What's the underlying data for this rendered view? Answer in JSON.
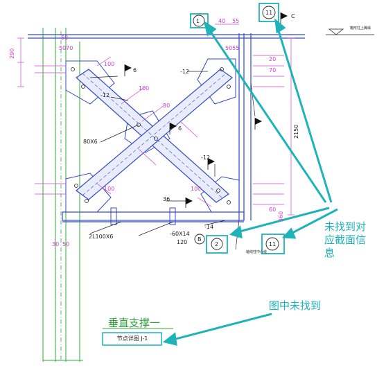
{
  "labels": {
    "circle_1": "1",
    "circle_11_top": "11",
    "circle_2": "2",
    "circle_11_bottom": "11",
    "circle_B": "B",
    "section_tag": "C",
    "ref_label": "箱形柱上翼缘",
    "vertical_brace_title": "垂直支撑一",
    "detail_ref": "节点详图 J-1",
    "plate_label": "-12",
    "plate_label_2": "-14",
    "member_ax": "80X6",
    "member_bx": "2L100X6",
    "member_cx": "-60X14",
    "dim_120": "120",
    "center_label": "轴线柱中心线",
    "dim_2150": "2150",
    "dim_50": "50",
    "dim_40": "40",
    "dim_55": "55",
    "dim_5070": "5070",
    "dim_5055": "5055",
    "dim_100": "100",
    "dim_20": "20",
    "dim_70": "70",
    "dim_60": "60",
    "dim_290": "290",
    "dim_360": "360",
    "dim_30": "30",
    "dim_36": "36",
    "dim_6": "6"
  },
  "annotations": {
    "not_found_section": "未找到对应截面信息",
    "not_found_in_figure": "图中未找到"
  },
  "colors": {
    "annotation": "#1fb3b8",
    "member": "#3048c8",
    "dimension": "#d040d0",
    "column": "#2ea83a",
    "outline": "#222222"
  }
}
